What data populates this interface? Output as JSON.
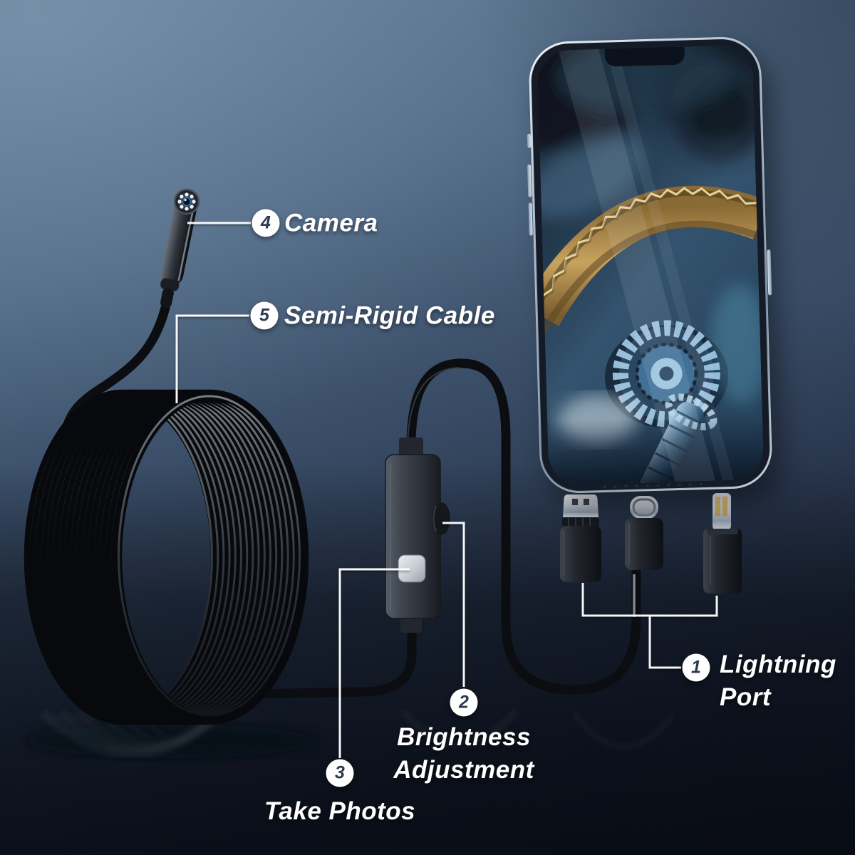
{
  "callouts": [
    {
      "number": "1",
      "label": "Lightning Port",
      "lines": [
        "Lightning",
        "Port"
      ],
      "points_to": "connector-group"
    },
    {
      "number": "2",
      "label": "Brightness Adjustment",
      "lines": [
        "Brightness",
        "Adjustment"
      ],
      "points_to": "brightness-dial"
    },
    {
      "number": "3",
      "label": "Take Photos",
      "lines": [
        "Take Photos"
      ],
      "points_to": "shutter-button"
    },
    {
      "number": "4",
      "label": "Camera",
      "lines": [
        "Camera"
      ],
      "points_to": "camera-probe"
    },
    {
      "number": "5",
      "label": "Semi-Rigid Cable",
      "lines": [
        "Semi-Rigid Cable"
      ],
      "points_to": "coiled-cable"
    }
  ],
  "objects": {
    "smartphone": {
      "screen_content": "close-up of transmission gears viewed by the endoscope camera"
    },
    "camera_probe": "endoscope camera head with LED ring",
    "coiled_cable": "coiled black semi-rigid cable",
    "control_unit": "inline control unit with shutter button and brightness dial",
    "connectors": [
      "micro-usb",
      "usb-c",
      "lightning"
    ]
  },
  "colors": {
    "background_top": "#5d7690",
    "background_bottom": "#131926",
    "callout_line": "#ffffff",
    "label_text": "#ffffff",
    "badge_background": "#ffffff",
    "badge_number": "#2c3b50",
    "cable": "#0b0d11",
    "phone_frame": "#c3d1df",
    "brass_gear": "#c8a25e",
    "steel_blue": "#4a7190"
  }
}
